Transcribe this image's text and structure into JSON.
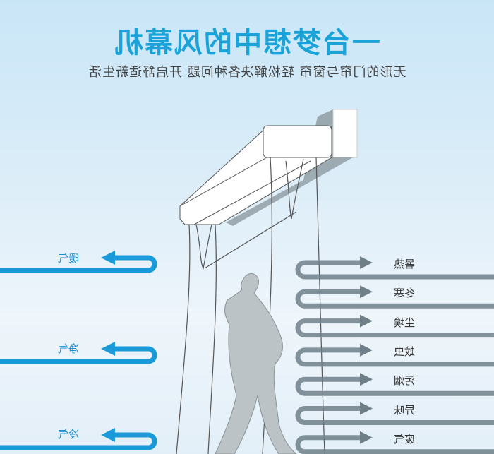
{
  "title": "一台梦想中的风幕机",
  "subtitle": "无形的门帘与窗帘 轻松解决各种问题 开启舒适新生活",
  "left_labels": [
    "暖气",
    "净气",
    "冷气"
  ],
  "right_labels": [
    "暑热",
    "冬寒",
    "尘埃",
    "蚊虫",
    "污烟",
    "异味",
    "废气"
  ],
  "colors": {
    "accent": "#1aa3d9",
    "blue_arrow": "#1a9ad8",
    "gray_arrow": "#6f7f88"
  }
}
